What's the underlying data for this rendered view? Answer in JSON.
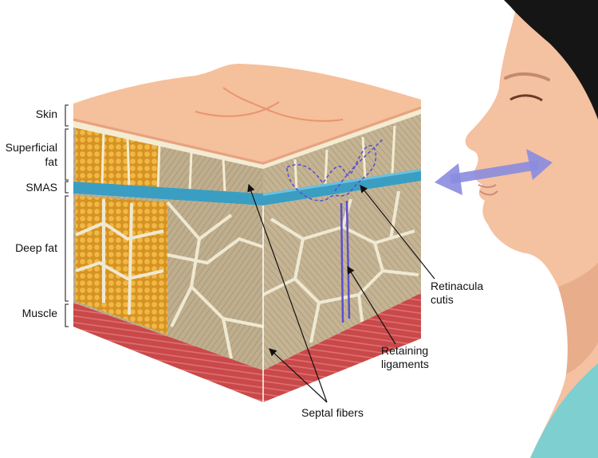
{
  "layers": {
    "skin": "Skin",
    "superficial_fat_line1": "Superficial",
    "superficial_fat_line2": "fat",
    "smas": "SMAS",
    "deep_fat": "Deep fat",
    "muscle": "Muscle"
  },
  "callouts": {
    "retinacula_line1": "Retinacula",
    "retinacula_line2": "cutis",
    "retaining_line1": "Retaining",
    "retaining_line2": "ligaments",
    "septal": "Septal fibers"
  },
  "colors": {
    "skin": "#f5c09c",
    "skin_dark": "#e8a882",
    "dermis_cream": "#f3ecd3",
    "superficial_fat_bg": "#e8e1c4",
    "fat_gold": "#d99a2b",
    "fat_lobule": "#f2c25a",
    "smas_blue": "#3a9ec2",
    "deep_fat_lobule": "#b9a98a",
    "deep_fat_border": "#efe9d2",
    "muscle_red": "#c8474a",
    "muscle_light": "#e06b69",
    "ligament_purple": "#5b4fd0",
    "arrow_purple": "#8a8ce0",
    "face_skin": "#f4c1a1",
    "hair": "#151515",
    "shirt": "#7ecfcf"
  },
  "icons": [
    "double-headed-arrow-icon",
    "bracket-icon"
  ]
}
